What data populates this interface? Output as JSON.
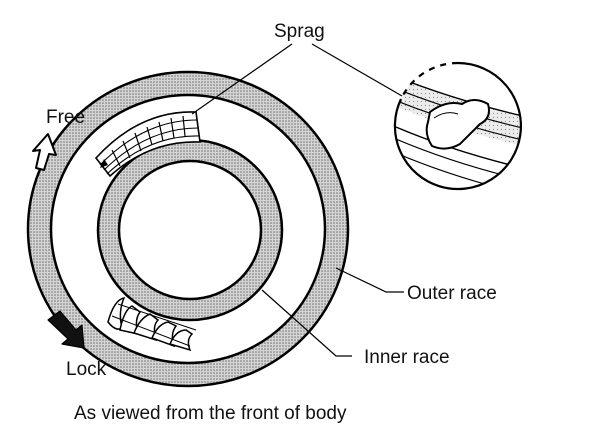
{
  "labels": {
    "sprag": "Sprag",
    "free": "Free",
    "lock": "Lock",
    "outer_race": "Outer race",
    "inner_race": "Inner race",
    "caption": "As viewed from the front of body"
  }
}
